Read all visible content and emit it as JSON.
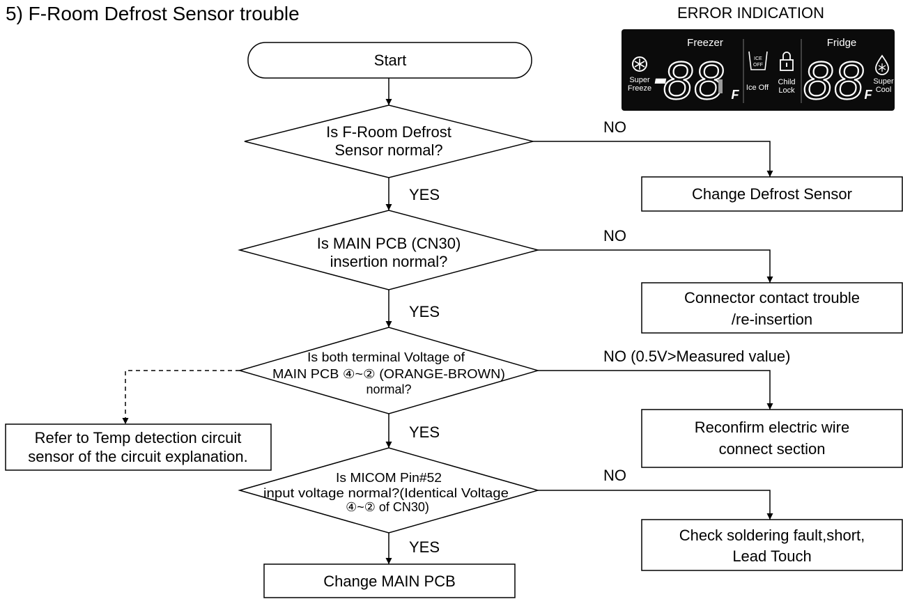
{
  "page_title": "5) F-Room Defrost Sensor trouble",
  "error_indication": {
    "caption": "ERROR INDICATION",
    "freezer_label": "Freezer",
    "fridge_label": "Fridge",
    "super_freeze_label": [
      "Super",
      "Freeze"
    ],
    "ice_off_label": "Ice Off",
    "ice_off_badge": [
      "ICE",
      "OFF"
    ],
    "child_lock_label": [
      "Child",
      "Lock"
    ],
    "super_cool_label": [
      "Super",
      "Cool"
    ],
    "freezer_sign": "-",
    "freezer_digits": "88",
    "fridge_digits": "88",
    "unit": "F"
  },
  "flowchart": {
    "start": "Start",
    "q1": [
      "Is F-Room Defrost",
      "Sensor normal?"
    ],
    "q2": [
      "Is MAIN PCB (CN30)",
      "insertion normal?"
    ],
    "q3": [
      "Is both terminal Voltage of",
      "MAIN PCB ④~② (ORANGE-BROWN)",
      "normal?"
    ],
    "q4": [
      "Is MICOM Pin#52",
      "input voltage normal?(Identical Voltage",
      "④~② of CN30)"
    ],
    "no1": "NO",
    "no2": "NO",
    "no3": "NO (0.5V>Measured value)",
    "no4": "NO",
    "yes1": "YES",
    "yes2": "YES",
    "yes3": "YES",
    "yes4": "YES",
    "a1": [
      "Change Defrost Sensor"
    ],
    "a2": [
      "Connector contact trouble",
      "/re-insertion"
    ],
    "a3": [
      "Reconfirm electric wire",
      "connect section"
    ],
    "a4": [
      "Check soldering fault,short,",
      "Lead Touch"
    ],
    "end_box": [
      "Change MAIN PCB"
    ],
    "refer_box": [
      "Refer to Temp detection circuit",
      "sensor of the circuit explanation."
    ]
  }
}
